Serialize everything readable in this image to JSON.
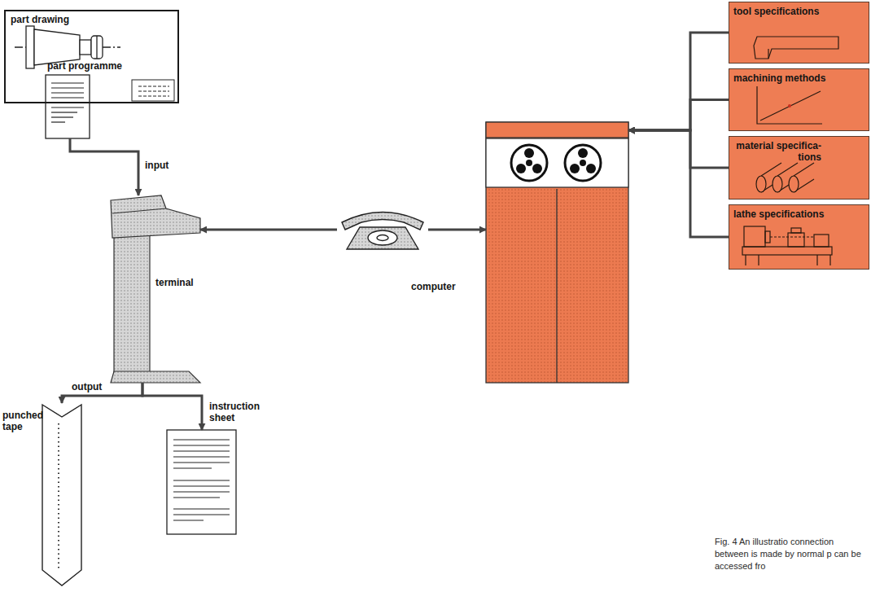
{
  "diagram": {
    "caption": "Fig. 4 An illustratio connection between is made by normal p can be accessed fro",
    "nodes": [
      {
        "text": [
          "part drawing"
        ]
      },
      {
        "text": [
          "part programme"
        ]
      },
      {
        "text": [
          "terminal"
        ]
      },
      {
        "text": [
          "computer"
        ]
      },
      {
        "text": [
          "tool specifications"
        ]
      },
      {
        "text": [
          "machining methods"
        ]
      },
      {
        "text": [
          "material specifica- tions"
        ]
      },
      {
        "text": [
          "lathe specifications"
        ]
      },
      {
        "text": [
          "punched tape"
        ]
      },
      {
        "text": [
          "instruction sheet"
        ]
      }
    ],
    "edges": [
      {
        "from": 1,
        "to": 2,
        "arrow": "to",
        "label": "input"
      },
      {
        "from": 2,
        "to": 3,
        "arrow": "both"
      },
      {
        "from": 2,
        "to": 8,
        "arrow": "to",
        "label": "output"
      },
      {
        "from": 2,
        "to": 9,
        "arrow": "to"
      },
      {
        "from": 4,
        "to": 3,
        "arrow": "to"
      },
      {
        "from": 5,
        "to": 3,
        "arrow": "to"
      },
      {
        "from": 6,
        "to": 3,
        "arrow": "to"
      },
      {
        "from": 7,
        "to": 3,
        "arrow": "to"
      }
    ]
  }
}
